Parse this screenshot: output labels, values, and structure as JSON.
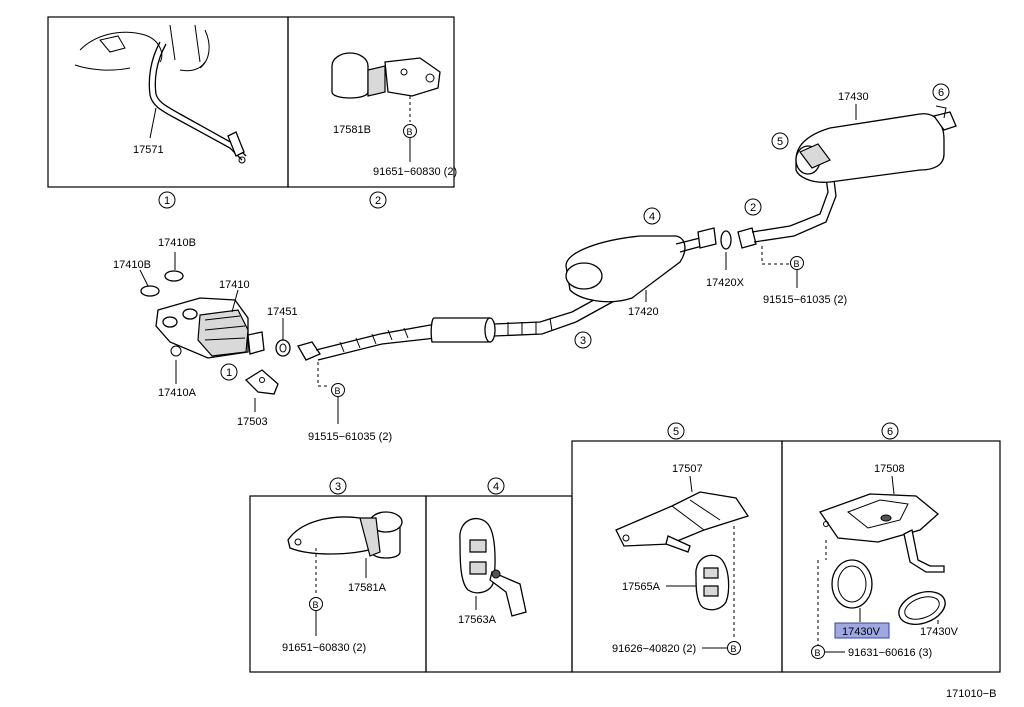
{
  "callouts": {
    "c1": "1",
    "c2": "2",
    "c3": "3",
    "c4": "4",
    "c5": "5",
    "c6": "6",
    "bolt": "B"
  },
  "labels": {
    "p17571": "17571",
    "p17581B": "17581B",
    "p91651_top": "91651−60830 (2)",
    "p17430": "17430",
    "p17410B_1": "17410B",
    "p17410B_2": "17410B",
    "p17410": "17410",
    "p17451": "17451",
    "p17410A": "17410A",
    "p17503": "17503",
    "p91515_left": "91515−61035 (2)",
    "p17420": "17420",
    "p17420X": "17420X",
    "p91515_right": "91515−61035 (2)",
    "p17581A": "17581A",
    "p91651_bottom": "91651−60830 (2)",
    "p17563A": "17563A",
    "p17507": "17507",
    "p17565A": "17565A",
    "p91626": "91626−40820 (2)",
    "p17508": "17508",
    "p17430V_hl": "17430V",
    "p17430V": "17430V",
    "p91631": "91631−60616 (3)",
    "diagram_code": "171010−B"
  },
  "highlight_color": "#9fa8e0"
}
